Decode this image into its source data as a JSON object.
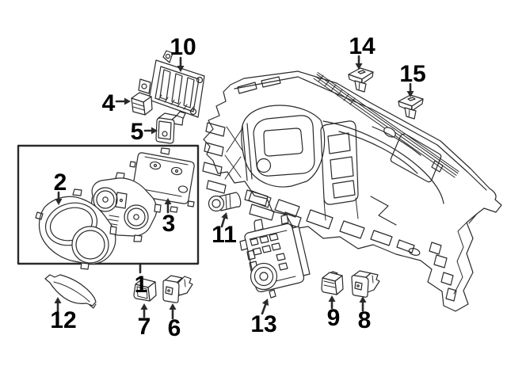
{
  "colors": {
    "background": "#ffffff",
    "line": "#2a2a2a",
    "label": "#000000"
  },
  "callouts": [
    {
      "id": 1,
      "label": "1"
    },
    {
      "id": 2,
      "label": "2"
    },
    {
      "id": 3,
      "label": "3"
    },
    {
      "id": 4,
      "label": "4"
    },
    {
      "id": 5,
      "label": "5"
    },
    {
      "id": 6,
      "label": "6"
    },
    {
      "id": 7,
      "label": "7"
    },
    {
      "id": 8,
      "label": "8"
    },
    {
      "id": 9,
      "label": "9"
    },
    {
      "id": 10,
      "label": "10"
    },
    {
      "id": 11,
      "label": "11"
    },
    {
      "id": 12,
      "label": "12"
    },
    {
      "id": 13,
      "label": "13"
    },
    {
      "id": 14,
      "label": "14"
    },
    {
      "id": 15,
      "label": "15"
    }
  ]
}
